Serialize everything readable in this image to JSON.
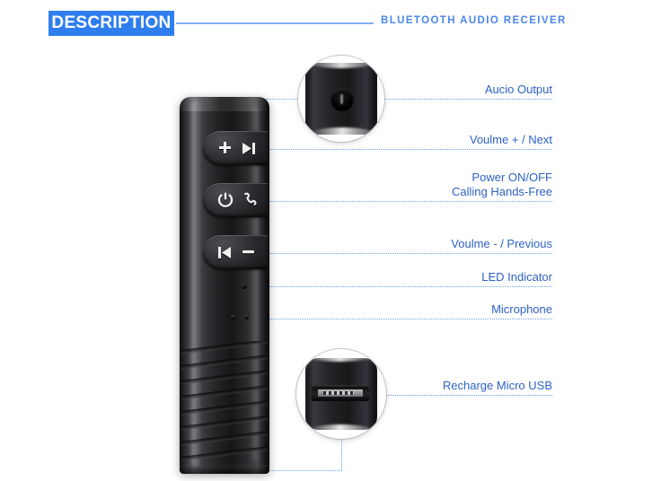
{
  "header": {
    "badge_label": "DESCRIPTION",
    "subtitle": "BLUETOOTH AUDIO RECEIVER",
    "badge_color": "#2f7ef0",
    "subtitle_color": "#4a86e8",
    "rule_color": "#7fb0ee"
  },
  "product": {
    "name": "Bluetooth Audio Receiver",
    "body_color": "#1a1a1c",
    "leader_color": "#6aa3e8"
  },
  "callouts": [
    {
      "id": "audio-output",
      "label": "Aucio Output",
      "label_line2": ""
    },
    {
      "id": "volume-up-next",
      "label": "Voulme + / Next",
      "label_line2": ""
    },
    {
      "id": "power-calling",
      "label": "Power ON/OFF",
      "label_line2": "Calling Hands-Free"
    },
    {
      "id": "volume-down-previous",
      "label": "Voulme -  / Previous",
      "label_line2": ""
    },
    {
      "id": "led-indicator",
      "label": "LED Indicator",
      "label_line2": ""
    },
    {
      "id": "microphone",
      "label": "Microphone",
      "label_line2": ""
    },
    {
      "id": "recharge-micro-usb",
      "label": "Recharge Micro USB",
      "label_line2": ""
    }
  ],
  "buttons": [
    {
      "id": "volume-up-next-button",
      "icons": [
        "plus-icon",
        "next-track-icon"
      ]
    },
    {
      "id": "power-call-button",
      "icons": [
        "power-icon",
        "phone-handset-icon"
      ]
    },
    {
      "id": "volume-down-previous-button",
      "icons": [
        "previous-track-icon",
        "minus-icon"
      ]
    }
  ],
  "insets": [
    {
      "id": "audio-jack-inset",
      "depicts": "3.5mm-audio-jack-port"
    },
    {
      "id": "micro-usb-inset",
      "depicts": "micro-usb-charging-port"
    }
  ]
}
